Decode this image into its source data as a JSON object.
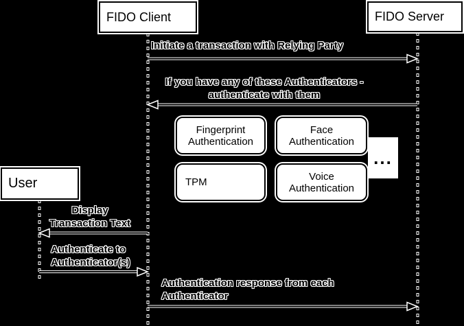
{
  "actors": {
    "user": {
      "label": "User"
    },
    "fido_client": {
      "label": "FIDO Client"
    },
    "fido_server": {
      "label": "FIDO Server"
    }
  },
  "messages": {
    "initiate": {
      "label": "Initiate a transaction with Relying Party",
      "from": "FIDO Client",
      "to": "FIDO Server"
    },
    "offer_authenticators": {
      "label": "If you have any of these Authenticators -\nauthenticate with them",
      "from": "FIDO Server",
      "to": "FIDO Client"
    },
    "display_transaction": {
      "label": "Display\nTransaction Text",
      "from": "FIDO Client",
      "to": "User"
    },
    "authenticate": {
      "label": "Authenticate to\nAuthenticator(s)",
      "from": "User",
      "to": "FIDO Client"
    },
    "auth_response": {
      "label": "Authentication response from each\nAuthenticator",
      "from": "FIDO Client",
      "to": "FIDO Server"
    }
  },
  "authenticators": {
    "fingerprint": {
      "label": "Fingerprint\nAuthentication"
    },
    "face": {
      "label": "Face\nAuthentication"
    },
    "tpm": {
      "label": "TPM"
    },
    "voice": {
      "label": "Voice\nAuthentication"
    },
    "more": {
      "label": "..."
    }
  },
  "colors": {
    "background": "#000000",
    "box_fill": "#ffffff",
    "stroke": "#000000",
    "halo": "#ffffff"
  }
}
